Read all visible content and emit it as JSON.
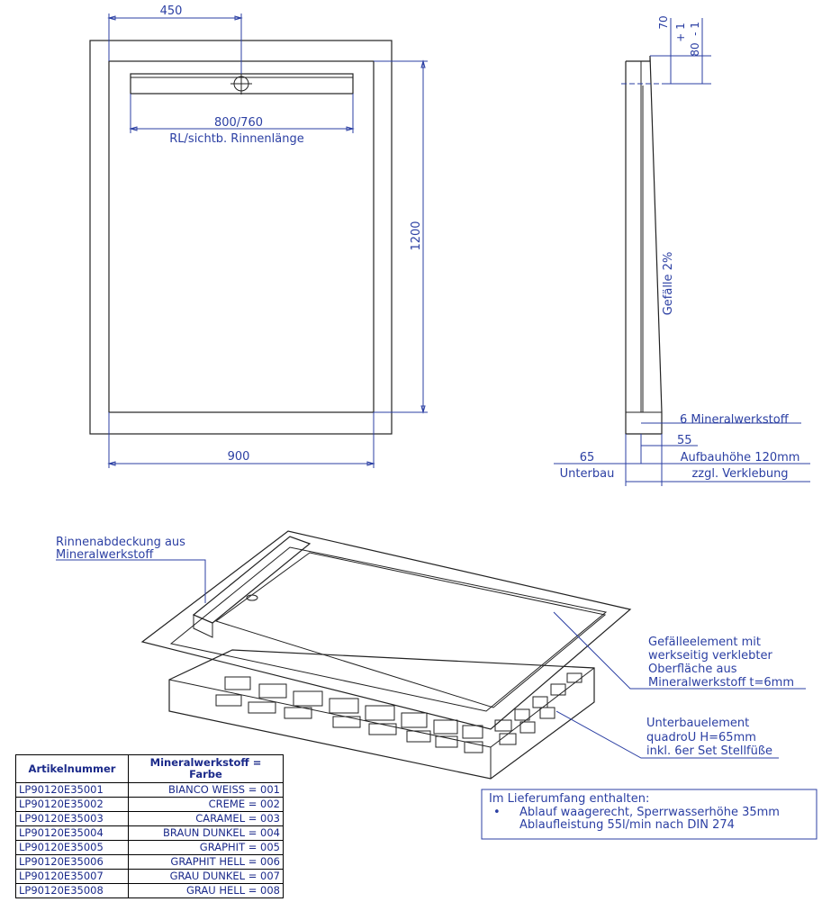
{
  "top_view": {
    "dim_width_top": "450",
    "dim_width_bottom": "900",
    "dim_height": "1200",
    "channel_length": "800/760",
    "channel_caption": "RL/sichtb. Rinnenlänge"
  },
  "side_view": {
    "dim_70": "70",
    "dim_plus": "+ 1",
    "dim_80": "80",
    "dim_minus": "- 1",
    "slope": "Gefälle 2%",
    "mineral_layer": "6 Mineralwerkstoff",
    "dim_55": "55",
    "dim_65": "65",
    "build_height": "Aufbauhöhe 120mm",
    "underlay": "Unterbau",
    "plus_glue": "zzgl. Verklebung"
  },
  "iso_view": {
    "cover_label_line1": "Rinnenabdeckung aus",
    "cover_label_line2": "Mineralwerkstoff",
    "slope_elem_line1": "Gefälleelement mit",
    "slope_elem_line2": "werkseitig verklebter",
    "slope_elem_line3": "Oberfläche aus",
    "slope_elem_line4": "Mineralwerkstoff t=6mm",
    "base_elem_line1": "Unterbauelement",
    "base_elem_line2": "quadroU H=65mm",
    "base_elem_line3": "inkl. 6er Set Stellfüße"
  },
  "delivery_box": {
    "title": "Im Lieferumfang enthalten:",
    "bullet": "•",
    "line1": "Ablauf waagerecht, Sperrwasserhöhe 35mm",
    "line2": "Ablaufleistung 55l/min nach DIN 274"
  },
  "table": {
    "header_article": "Artikelnummer",
    "header_material_line1": "Mineralwerkstoff =",
    "header_material_line2": "Farbe",
    "rows": [
      {
        "article": "LP90120E35001",
        "material": "BIANCO WEISS = 001"
      },
      {
        "article": "LP90120E35002",
        "material": "CREME = 002"
      },
      {
        "article": "LP90120E35003",
        "material": "CARAMEL = 003"
      },
      {
        "article": "LP90120E35004",
        "material": "BRAUN DUNKEL = 004"
      },
      {
        "article": "LP90120E35005",
        "material": "GRAPHIT = 005"
      },
      {
        "article": "LP90120E35006",
        "material": "GRAPHIT HELL = 006"
      },
      {
        "article": "LP90120E35007",
        "material": "GRAU DUNKEL = 007"
      },
      {
        "article": "LP90120E35008",
        "material": "GRAU HELL = 008"
      }
    ]
  }
}
